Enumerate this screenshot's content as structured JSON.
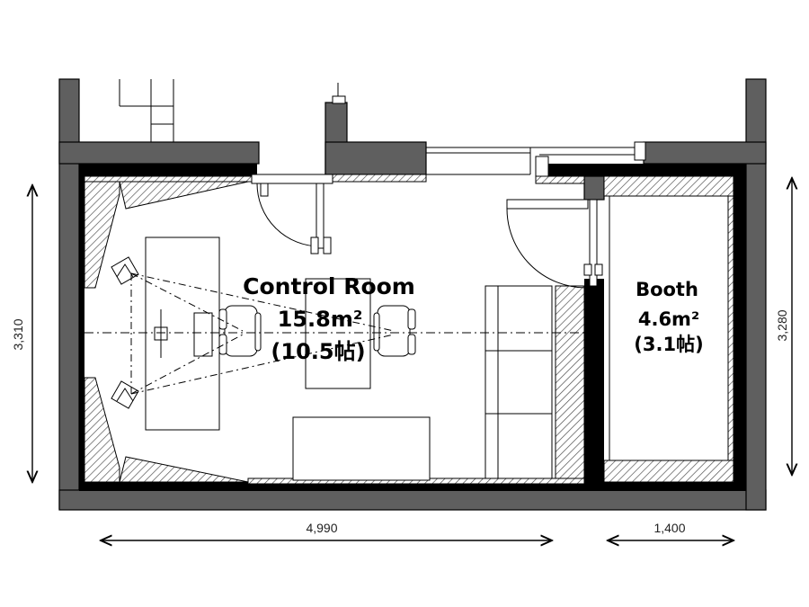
{
  "rooms": {
    "control_room": {
      "name": "Control Room",
      "area": "15.8m²",
      "tatami": "(10.5帖)"
    },
    "booth": {
      "name": "Booth",
      "area": "4.6m²",
      "tatami": "(3.1帖)"
    }
  },
  "dimensions": {
    "control_width": "4,990",
    "booth_width": "1,400",
    "control_depth": "3,310",
    "booth_depth": "3,280"
  },
  "colors": {
    "wall_fill": "#5f5f5f",
    "insulation": "#000000",
    "line": "#000000"
  }
}
